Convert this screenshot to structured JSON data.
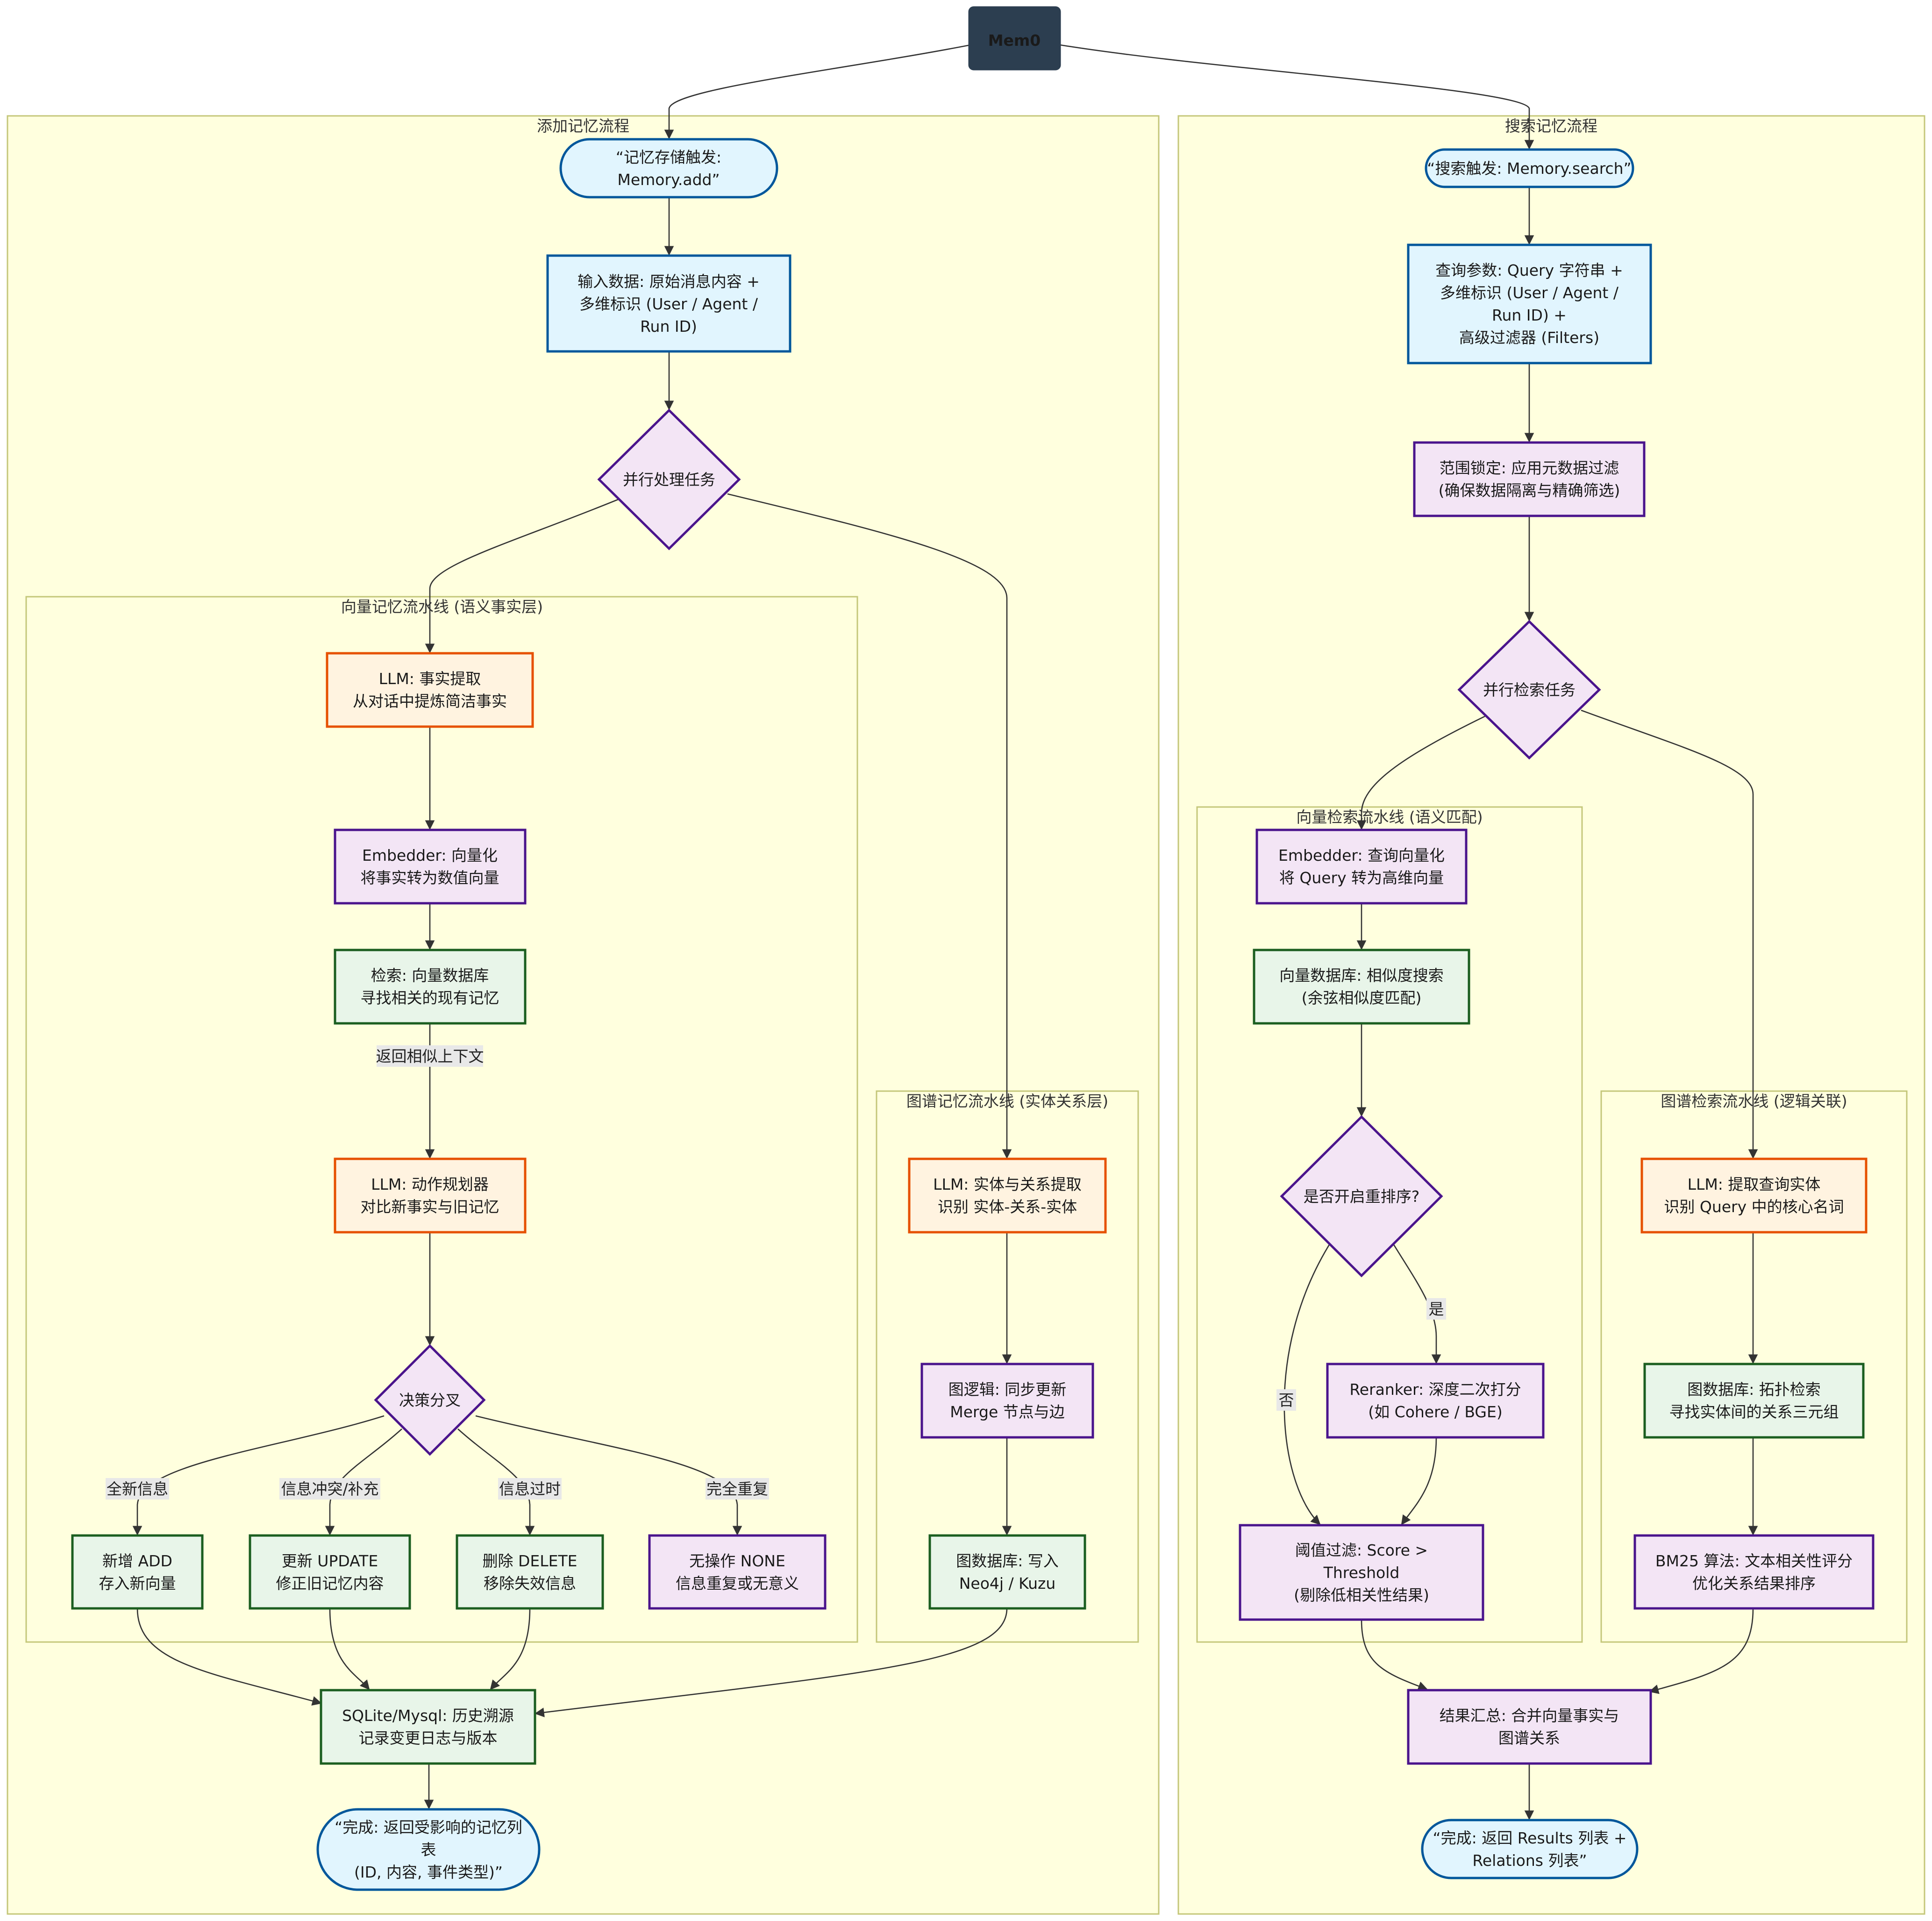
{
  "title": "Mem0",
  "clusters": {
    "add": "添加记忆流程",
    "search": "搜索记忆流程",
    "vector_mem": "向量记忆流水线 (语义事实层)",
    "graph_mem": "图谱记忆流水线 (实体关系层)",
    "vector_search": "向量检索流水线 (语义匹配)",
    "graph_search": "图谱检索流水线 (逻辑关联)"
  },
  "nodes": {
    "add_trigger": [
      "“记忆存储触发:",
      "Memory.add”"
    ],
    "add_input": [
      "输入数据: 原始消息内容 +",
      "多维标识 (User / Agent /",
      "Run ID)"
    ],
    "add_parallel": [
      "并行处理任务"
    ],
    "fact_extract": [
      "LLM: 事实提取",
      "从对话中提炼简洁事实"
    ],
    "embed": [
      "Embedder: 向量化",
      "将事实转为数值向量"
    ],
    "vec_retrieve": [
      "检索: 向量数据库",
      "寻找相关的现有记忆"
    ],
    "planner": [
      "LLM: 动作规划器",
      "对比新事实与旧记忆"
    ],
    "decision": [
      "决策分叉"
    ],
    "op_add": [
      "新增 ADD",
      "存入新向量"
    ],
    "op_update": [
      "更新 UPDATE",
      "修正旧记忆内容"
    ],
    "op_delete": [
      "删除 DELETE",
      "移除失效信息"
    ],
    "op_none": [
      "无操作 NONE",
      "信息重复或无意义"
    ],
    "entity_extract": [
      "LLM: 实体与关系提取",
      "识别 实体-关系-实体"
    ],
    "graph_logic": [
      "图逻辑: 同步更新",
      "Merge 节点与边"
    ],
    "graph_write": [
      "图数据库: 写入",
      "Neo4j / Kuzu"
    ],
    "history": [
      "SQLite/Mysql: 历史溯源",
      "记录变更日志与版本"
    ],
    "add_done": [
      "“完成: 返回受影响的记忆列",
      "表",
      "(ID, 内容, 事件类型)”"
    ],
    "search_trigger": [
      "“搜索触发: Memory.search”"
    ],
    "query_params": [
      "查询参数: Query 字符串 +",
      "多维标识 (User / Agent /",
      "Run ID) +",
      "高级过滤器 (Filters)"
    ],
    "scope": [
      "范围锁定: 应用元数据过滤",
      "(确保数据隔离与精确筛选)"
    ],
    "search_parallel": [
      "并行检索任务"
    ],
    "query_embed": [
      "Embedder: 查询向量化",
      "将 Query 转为高维向量"
    ],
    "sim_search": [
      "向量数据库: 相似度搜索",
      "(余弦相似度匹配)"
    ],
    "rerank_q": [
      "是否开启重排序?"
    ],
    "reranker": [
      "Reranker: 深度二次打分",
      "(如 Cohere / BGE)"
    ],
    "threshold": [
      "阈值过滤: Score >",
      "Threshold",
      "(剔除低相关性结果)"
    ],
    "query_entity": [
      "LLM: 提取查询实体",
      "识别 Query 中的核心名词"
    ],
    "topo_search": [
      "图数据库: 拓扑检索",
      "寻找实体间的关系三元组"
    ],
    "bm25": [
      "BM25 算法: 文本相关性评分",
      "优化关系结果排序"
    ],
    "merge": [
      "结果汇总: 合并向量事实与",
      "图谱关系"
    ],
    "search_done": [
      "“完成: 返回 Results 列表 +",
      "Relations 列表”"
    ]
  },
  "edge_labels": {
    "similar_ctx": "返回相似上下文",
    "new_info": "全新信息",
    "conflict": "信息冲突/补充",
    "outdated": "信息过时",
    "duplicate": "完全重复",
    "yes": "是",
    "no": "否"
  }
}
